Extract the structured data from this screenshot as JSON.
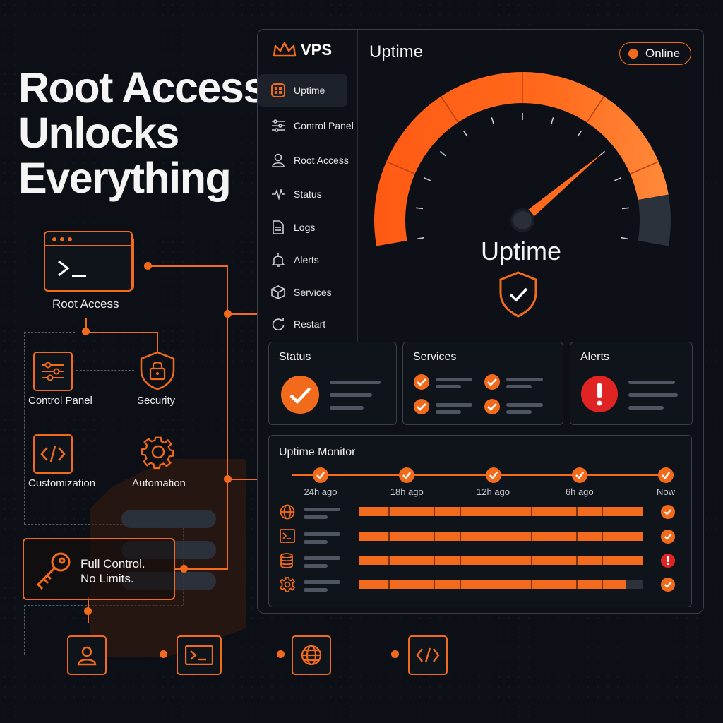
{
  "headline": {
    "line1": "Root Access",
    "line2": "Unlocks",
    "line3": "Everything"
  },
  "diagram": {
    "root_access": "Root Access",
    "control_panel": "Control Panel",
    "security": "Security",
    "customization": "Customization",
    "automation": "Automation",
    "full_control_line1": "Full Control.",
    "full_control_line2": "No Limits."
  },
  "app": {
    "brand": "VPS",
    "page_title": "Uptime",
    "status_pill": "Online",
    "sidebar": [
      {
        "label": "Uptime",
        "icon": "grid-icon"
      },
      {
        "label": "Control Panel",
        "icon": "sliders-icon"
      },
      {
        "label": "Root Access",
        "icon": "user-icon"
      },
      {
        "label": "Status",
        "icon": "pulse-icon"
      },
      {
        "label": "Logs",
        "icon": "document-icon"
      },
      {
        "label": "Alerts",
        "icon": "bell-icon"
      },
      {
        "label": "Services",
        "icon": "cube-icon"
      },
      {
        "label": "Restart",
        "icon": "refresh-icon"
      }
    ],
    "gauge": {
      "label": "Uptime",
      "fill_fraction": 0.9,
      "needle_fraction": 0.75
    },
    "cards": {
      "status": "Status",
      "services": "Services",
      "alerts": "Alerts"
    },
    "monitor": {
      "title": "Uptime Monitor",
      "timeline": [
        "24h ago",
        "18h ago",
        "12h ago",
        "6h ago",
        "Now"
      ],
      "rows": [
        {
          "icon": "globe-icon",
          "fill": 1.0,
          "status": "ok"
        },
        {
          "icon": "terminal-icon",
          "fill": 1.0,
          "status": "ok"
        },
        {
          "icon": "database-icon",
          "fill": 1.0,
          "status": "alert"
        },
        {
          "icon": "gear-icon",
          "fill": 0.94,
          "status": "ok"
        }
      ]
    }
  },
  "colors": {
    "accent": "#f26a1b",
    "alert": "#e02424",
    "panel_border": "#3a4048"
  }
}
